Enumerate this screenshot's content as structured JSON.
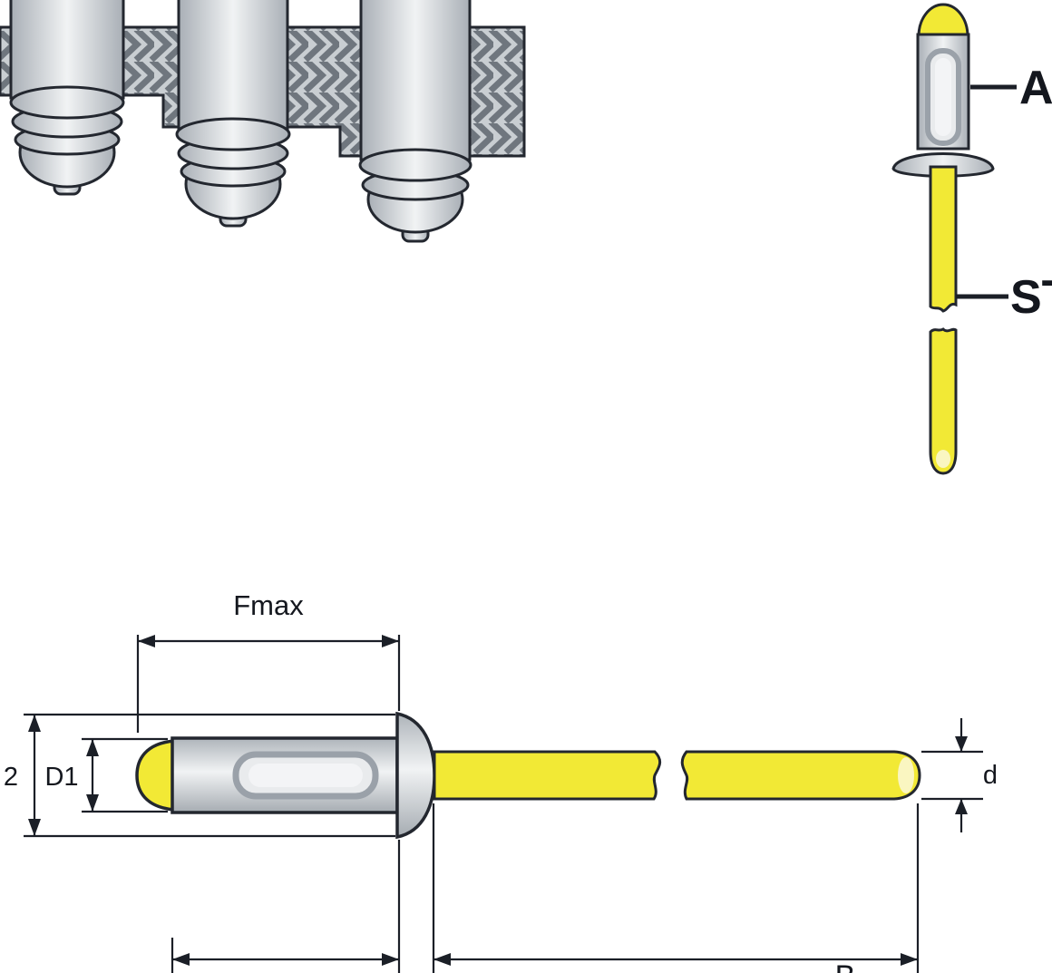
{
  "diagram": {
    "labels": {
      "fmax": "Fmax",
      "d1": "D1",
      "d2_partial": "2",
      "d_mandrel": "d",
      "body_material_partial": "Al",
      "mandrel_material_partial": "ST",
      "mandrel_length_partial": "B"
    },
    "colors": {
      "yellow": "#f2e935",
      "outline": "#23272f",
      "dim": "#1b1f27",
      "line": "#14171e",
      "plate_base": "#c9ced2",
      "hatch": "#6f767e",
      "sleeve_fill": "#e9ebed",
      "sleeve_stroke": "#9aa1a9"
    }
  }
}
